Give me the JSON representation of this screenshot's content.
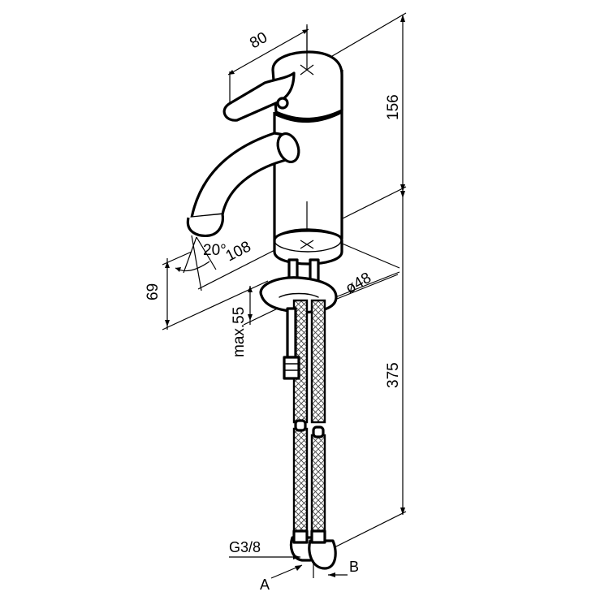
{
  "dimensions": {
    "lever_width": "80",
    "body_height": "156",
    "spout_reach": "108",
    "spout_angle": "20°",
    "spout_height": "69",
    "max_thickness": "max.55",
    "base_diameter": "ø48",
    "hose_length": "375",
    "thread": "G3/8"
  },
  "labels": {
    "hose_a": "A",
    "hose_b": "B"
  }
}
